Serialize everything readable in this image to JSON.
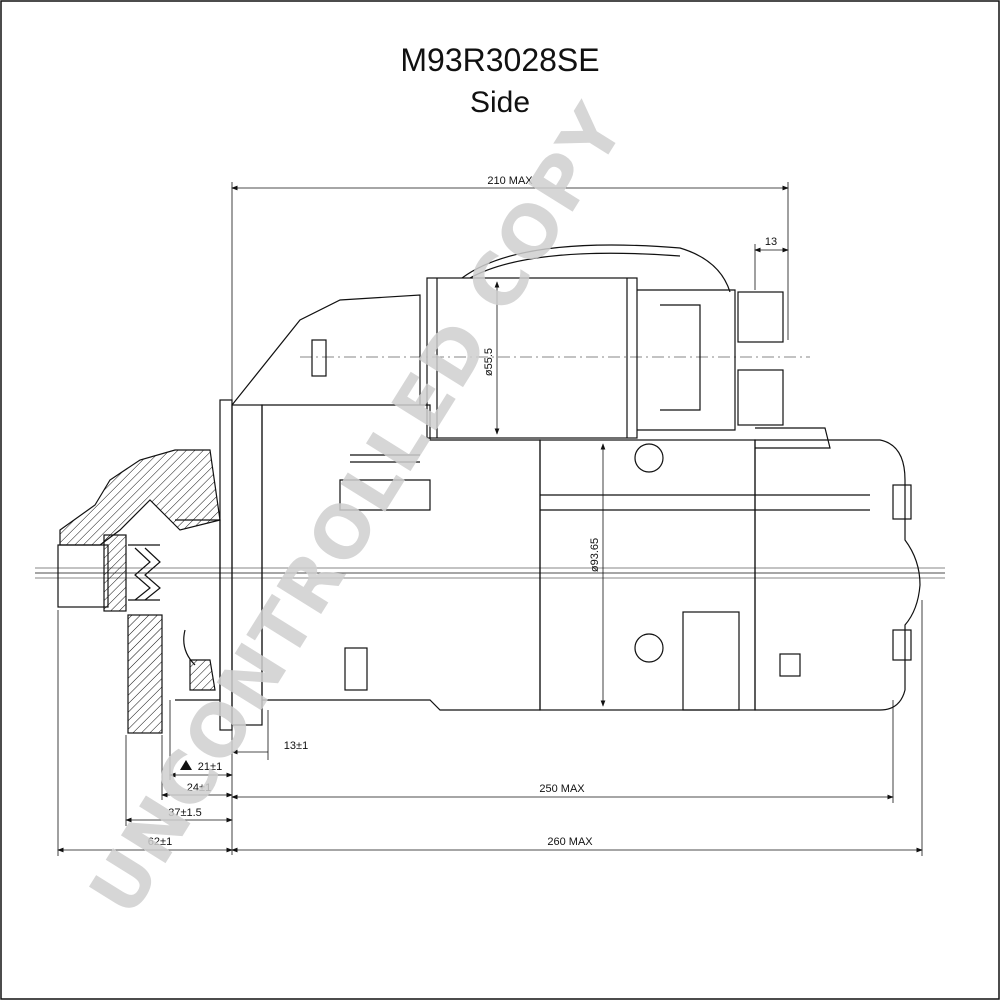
{
  "title": "M93R3028SE",
  "subtitle": "Side",
  "watermark": "UNCONTROLLED COPY",
  "dimensions": {
    "overall_top": "210 MAX",
    "terminal_offset": "13",
    "solenoid_dia": "ø55.5",
    "housing_dia": "ø93.65",
    "flange_thickness": "13±1",
    "pinion_to_flange": "21±1",
    "pinion_length": "24±1",
    "nose_length": "37±1.5",
    "pinion_overall": "62±1",
    "body_length": "250 MAX",
    "overall_length": "260 MAX"
  },
  "colors": {
    "line": "#111111",
    "watermark": "#cfcfcf"
  }
}
